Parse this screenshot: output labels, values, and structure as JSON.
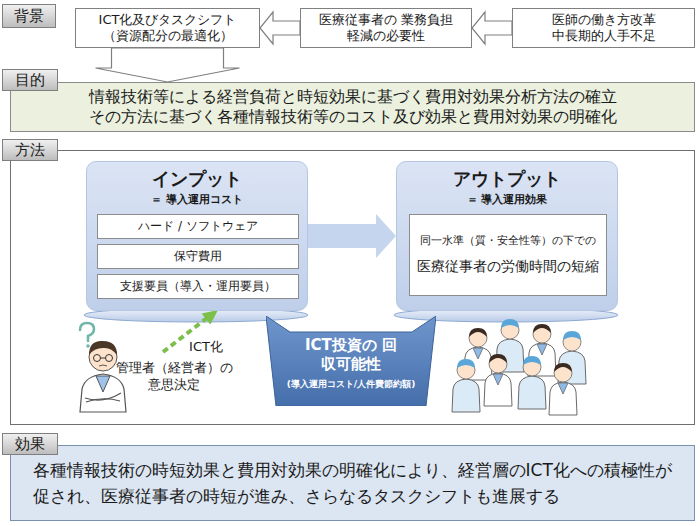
{
  "diagram": {
    "nodes": [
      {
        "text": [
          "背景"
        ]
      },
      {
        "text": [
          "ICT化及びタスクシフト （資源配分の最適化）"
        ]
      },
      {
        "text": [
          "医療従事者の 業務負担軽減の必要性"
        ]
      },
      {
        "text": [
          "医師の働き方改革 中長期的人手不足"
        ]
      },
      {
        "text": [
          "目的",
          "情報技術等による経営負荷と時短効果に基づく費用対効果分析方法の確立",
          "その方法に基づく各種情報技術等のコスト及び効果と費用対効果の明確化"
        ]
      },
      {
        "text": [
          "方法"
        ]
      },
      {
        "text": [
          "インプット",
          "＝ 導入運用コスト"
        ],
        "in": 5
      },
      {
        "text": [
          "ハード / ソフトウェア"
        ],
        "in": 6
      },
      {
        "text": [
          "保守費用"
        ],
        "in": 6
      },
      {
        "text": [
          "支援要員（導入・運用要員）"
        ],
        "in": 6
      },
      {
        "text": [
          "アウトプット",
          "＝ 導入運用効果"
        ],
        "in": 5
      },
      {
        "text": [
          "同一水準（質・安全性等）の下での",
          "医療従事者の労働時間の短縮"
        ],
        "in": 10
      },
      {
        "text": [
          "ICT投資の 回収可能性",
          "(導入運用コスト/人件費節約額)"
        ],
        "in": 5
      },
      {
        "text": [
          "効果",
          "各種情報技術の時短効果と費用対効果の明確化により、経営層のICT化への積極性が促され、医療従事者の時短が進み、さらなるタスクシフトも進展する"
        ]
      }
    ],
    "edges": [
      {
        "from": 3,
        "to": 2,
        "arrow": "to"
      },
      {
        "from": 2,
        "to": 1,
        "arrow": "to"
      },
      {
        "from": 1,
        "to": 4,
        "arrow": "to"
      },
      {
        "from": 6,
        "to": 10,
        "arrow": "to"
      }
    ],
    "labels": [
      "ICT化",
      "管理者（経営者）の 意思決定"
    ]
  }
}
